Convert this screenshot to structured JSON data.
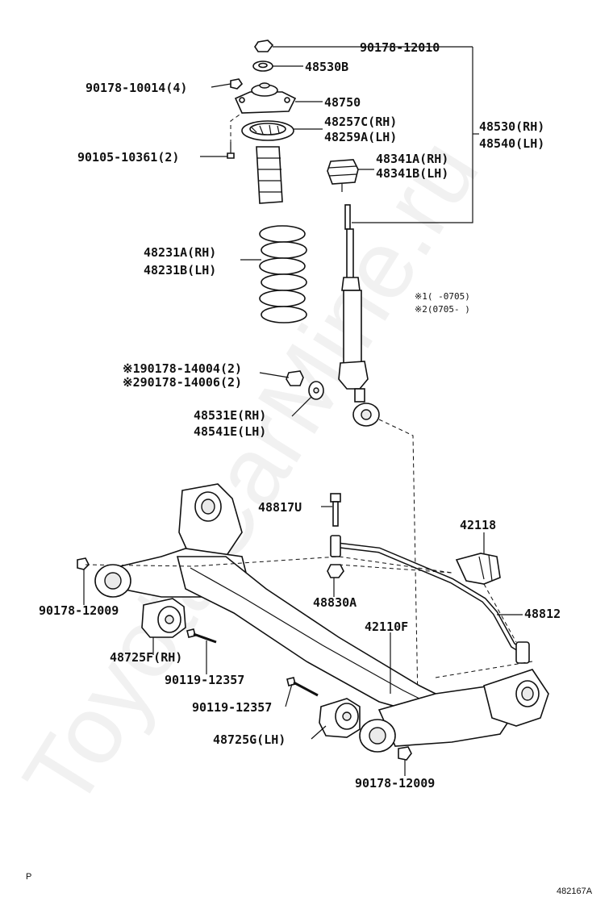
{
  "watermark": "ToyotaCarMine.ru",
  "labels": {
    "p_90178_12010": "90178-12010",
    "p_48530B": "48530B",
    "p_90178_10014": "90178-10014(4)",
    "p_48750": "48750",
    "p_48257C": "48257C(RH)",
    "p_48259A": "48259A(LH)",
    "p_48530": "48530(RH)",
    "p_48540": "48540(LH)",
    "p_90105_10361": "90105-10361(2)",
    "p_48341A": "48341A(RH)",
    "p_48341B": "48341B(LH)",
    "p_48231A": "48231A(RH)",
    "p_48231B": "48231B(LH)",
    "note1": "※1(      -0705)",
    "note2": "※2(0705-      )",
    "p_90178_14004": "※190178-14004(2)",
    "p_90178_14006": "※290178-14006(2)",
    "p_48531E": "48531E(RH)",
    "p_48541E": "48541E(LH)",
    "p_48817U": "48817U",
    "p_42118": "42118",
    "p_90178_12009_a": "90178-12009",
    "p_48830A": "48830A",
    "p_48812": "48812",
    "p_42110F": "42110F",
    "p_48725F": "48725F(RH)",
    "p_90119_12357_a": "90119-12357",
    "p_90119_12357_b": "90119-12357",
    "p_48725G": "48725G(LH)",
    "p_90178_12009_b": "90178-12009",
    "corner_left": "P",
    "corner_right": "482167A"
  }
}
